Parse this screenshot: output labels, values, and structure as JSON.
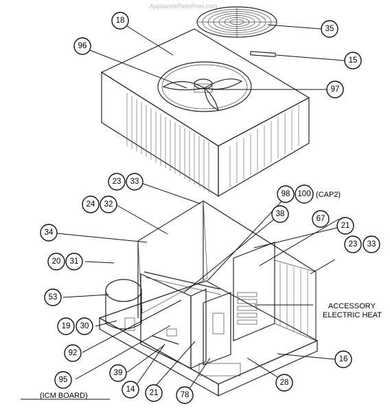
{
  "watermark": "AppliancePartsPros.com",
  "labels": {
    "cap2": "(CAP2)",
    "accessory_line1": "ACCESSORY",
    "accessory_line2": "ELECTRIC HEAT",
    "icm_board": "(ICM BOARD)"
  },
  "callouts": [
    {
      "id": "c35",
      "text": "35"
    },
    {
      "id": "c18",
      "text": "18"
    },
    {
      "id": "c96",
      "text": "96"
    },
    {
      "id": "c15",
      "text": "15"
    },
    {
      "id": "c97",
      "text": "97"
    },
    {
      "id": "c23a",
      "text": "23"
    },
    {
      "id": "c33a",
      "text": "33"
    },
    {
      "id": "c98",
      "text": "98"
    },
    {
      "id": "c100",
      "text": "100"
    },
    {
      "id": "c24",
      "text": "24"
    },
    {
      "id": "c32",
      "text": "32"
    },
    {
      "id": "c38",
      "text": "38"
    },
    {
      "id": "c67",
      "text": "67"
    },
    {
      "id": "c21a",
      "text": "21"
    },
    {
      "id": "c34",
      "text": "34"
    },
    {
      "id": "c23b",
      "text": "23"
    },
    {
      "id": "c33b",
      "text": "33"
    },
    {
      "id": "c20",
      "text": "20"
    },
    {
      "id": "c31",
      "text": "31"
    },
    {
      "id": "c53",
      "text": "53"
    },
    {
      "id": "c19",
      "text": "19"
    },
    {
      "id": "c30",
      "text": "30"
    },
    {
      "id": "c92",
      "text": "92"
    },
    {
      "id": "c16",
      "text": "16"
    },
    {
      "id": "c28",
      "text": "28"
    },
    {
      "id": "c39",
      "text": "39"
    },
    {
      "id": "c95",
      "text": "95"
    },
    {
      "id": "c14",
      "text": "14"
    },
    {
      "id": "c21b",
      "text": "21"
    },
    {
      "id": "c78",
      "text": "78"
    }
  ]
}
